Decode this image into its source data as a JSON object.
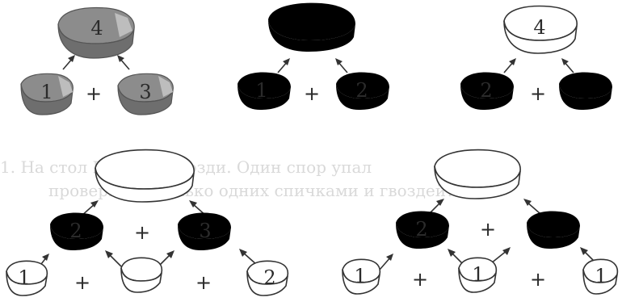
{
  "background_text": [
    "1. На стол Гриша 1 гвозди. Один спор упал",
    "проверьте, сколько одних спичками и гвоздей?"
  ],
  "colors": {
    "filled_stone": "#8c8c8c",
    "outline": "#333333",
    "faint_text": "#d9d9d9"
  },
  "puzzles": [
    {
      "top": "4",
      "left": "1",
      "right": "3",
      "operator": "+"
    },
    {
      "top": "",
      "left": "1",
      "right": "2",
      "operator": "+"
    },
    {
      "top": "4",
      "left": "2",
      "right": "",
      "operator": "+"
    },
    {
      "top": "",
      "mid_left": "2",
      "mid_right": "3",
      "mid_operator": "+",
      "bottom": [
        "1",
        "",
        "2"
      ],
      "bottom_operators": [
        "+",
        "+"
      ]
    },
    {
      "top": "",
      "mid_left": "2",
      "mid_right": "",
      "mid_operator": "+",
      "bottom": [
        "1",
        "1",
        "1"
      ],
      "bottom_operators": [
        "+",
        "+"
      ]
    }
  ]
}
